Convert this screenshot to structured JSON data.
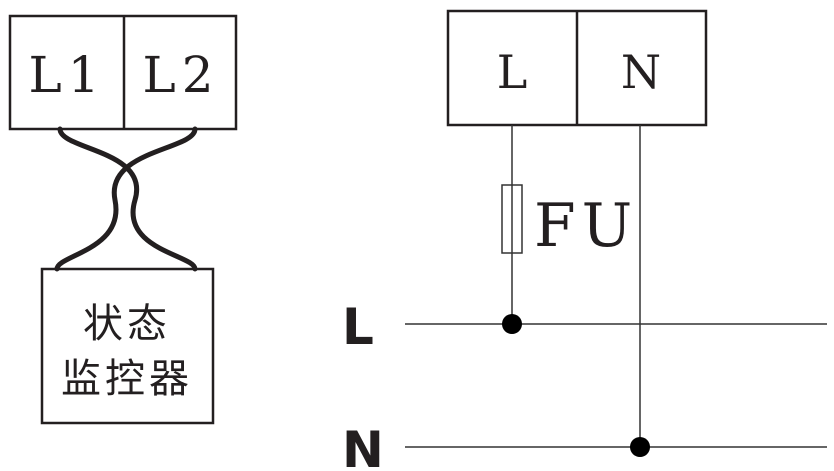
{
  "left_terminal_block": {
    "terminal_1": "L1",
    "terminal_2": "L2"
  },
  "monitor_box": {
    "line_1": "状态",
    "line_2": "监控器"
  },
  "right_terminal_block": {
    "terminal_1": "L",
    "terminal_2": "N"
  },
  "fuse_label": "FU",
  "bus_labels": {
    "live": "L",
    "neutral": "N"
  },
  "colors": {
    "ink": "#231f20",
    "thin_line": "#333333"
  }
}
